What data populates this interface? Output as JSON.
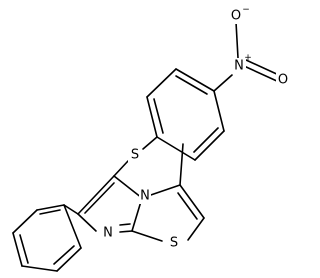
{
  "molecule": {
    "atoms": {
      "nitro_o_top": "O",
      "nitro_o_top_charge": "−",
      "nitro_n": "N",
      "nitro_n_charge": "+",
      "nitro_o_right": "O",
      "thioether_s": "S",
      "ring_n": "N",
      "imidazole_n": "N",
      "thiazole_s": "S"
    }
  },
  "colors": {
    "bond": "#000000",
    "label": "#000000",
    "background": "#ffffff"
  }
}
